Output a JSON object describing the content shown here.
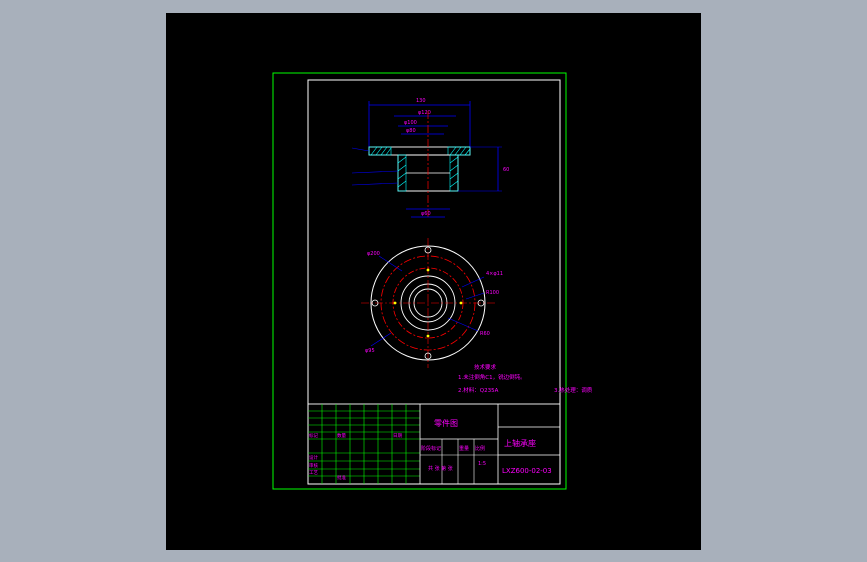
{
  "colors": {
    "background": "#a8b0bb",
    "viewport": "#000000",
    "outer_frame": "#00ff00",
    "inner_frame": "#ffffff",
    "dimension": "#0000ff",
    "text": "#ff00ff",
    "centerline": "#ff0000",
    "hatch": "#00ffff",
    "hole": "#ffff00",
    "title_grid": "#00ff00"
  },
  "drawing": {
    "front_view": {
      "dim_top": "130",
      "dim_d1": "φ120",
      "dim_d2": "φ100",
      "dim_bore": "φ80",
      "dim_d3": "φ60",
      "dim_h": "60"
    },
    "plan_view": {
      "dim_pcd": "φ200",
      "label_holes": "4×φ11",
      "label_r1": "R100",
      "label_r2": "R60",
      "label_d": "φ95"
    }
  },
  "notes": {
    "heading": "技术要求",
    "line1": "1.未注倒角C1，锐边倒钝。",
    "line2": "2.材料：Q235A",
    "line3": "3.热处理：调质"
  },
  "title_block": {
    "drawing_kind": "零件图",
    "part_name": "上轴承座",
    "part_number": "LXZ600-02-03",
    "scale_label": "比例",
    "scale": "1:5",
    "qty_label": "数量",
    "weight_label": "重量",
    "sheet": "共 张 第 张",
    "mark_label": "标记",
    "design_label": "设计",
    "check_label": "审核",
    "process_label": "工艺",
    "approve_label": "批准",
    "date_label": "日期",
    "stage_label": "阶段标记"
  }
}
